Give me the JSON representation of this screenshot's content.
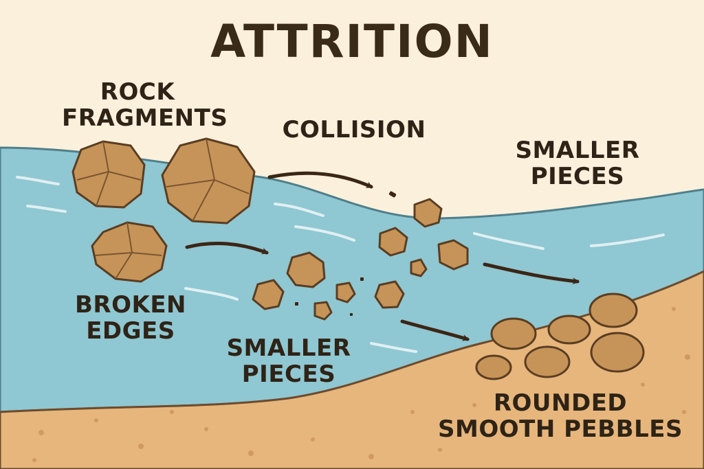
{
  "title": "ATTRITION",
  "labels": {
    "rock_fragments": [
      "ROCK",
      "FRAGMENTS"
    ],
    "collision": "COLLISION",
    "smaller_pieces_top": [
      "SMALLER",
      "PIECES"
    ],
    "broken_edges": [
      "BROKEN",
      "EDGES"
    ],
    "smaller_pieces_bottom": [
      "SMALLER",
      "PIECES"
    ],
    "rounded_pebbles": [
      "ROUNDED",
      "SMOOTH PEBBLES"
    ]
  },
  "colors": {
    "background": "#fbf0dc",
    "water": "#8fc7d2",
    "sand": "#e6b67c",
    "rock": "#c69458",
    "rock_outline": "#5a3d22",
    "arrow": "#3b2616",
    "text": "#2e2316"
  }
}
